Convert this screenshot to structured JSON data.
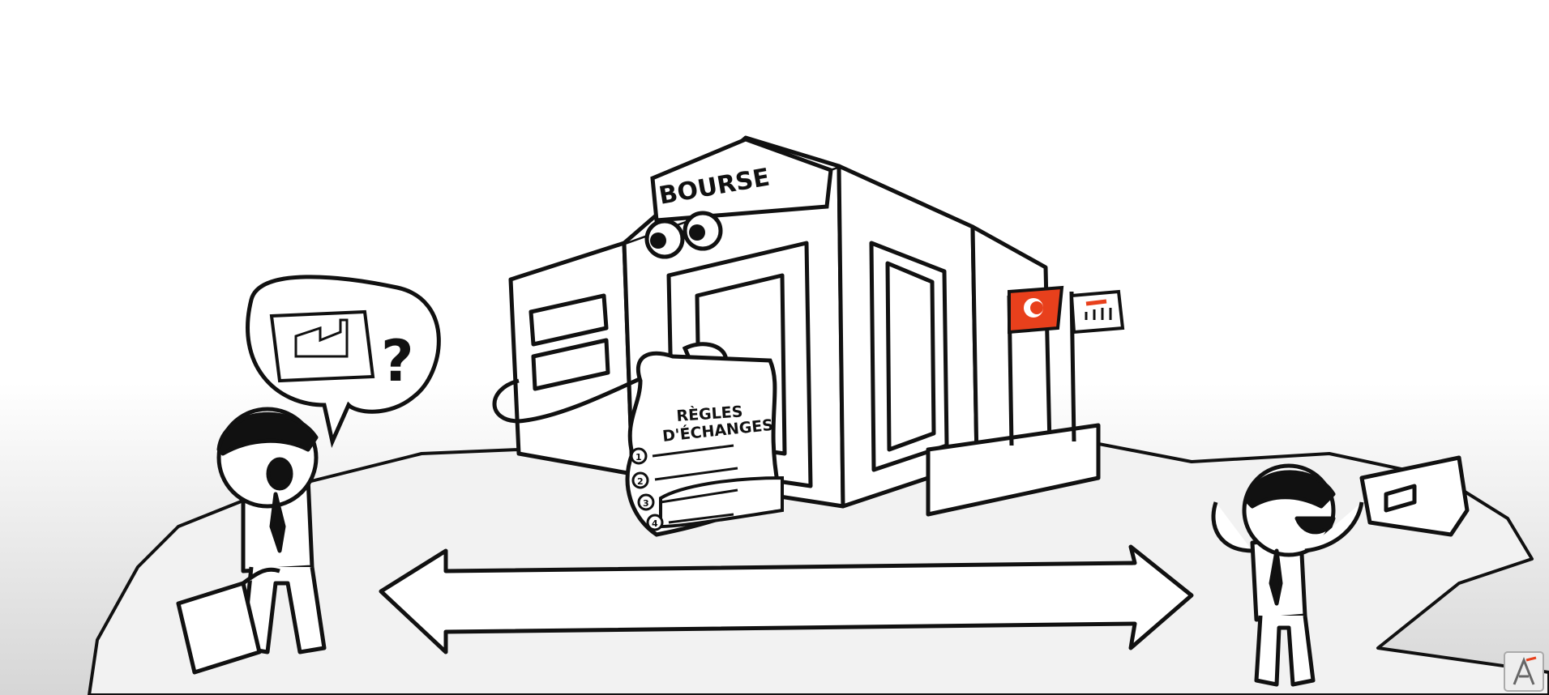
{
  "building": {
    "sign_label": "BOURSE"
  },
  "scroll": {
    "title_line1": "RÈGLES",
    "title_line2": "D'ÉCHANGES",
    "items": [
      "1",
      "2",
      "3",
      "4"
    ]
  },
  "speech_bubble": {
    "symbol": "?"
  },
  "colors": {
    "background_top": "#ffffff",
    "background_bottom": "#d8d8d8",
    "ink": "#111111",
    "flag_accent": "#e8401c"
  },
  "icons": [
    "factory-icon",
    "question-mark-icon",
    "briefcase-icon",
    "flag-icon",
    "double-arrow-icon",
    "watermark-logo-icon"
  ]
}
